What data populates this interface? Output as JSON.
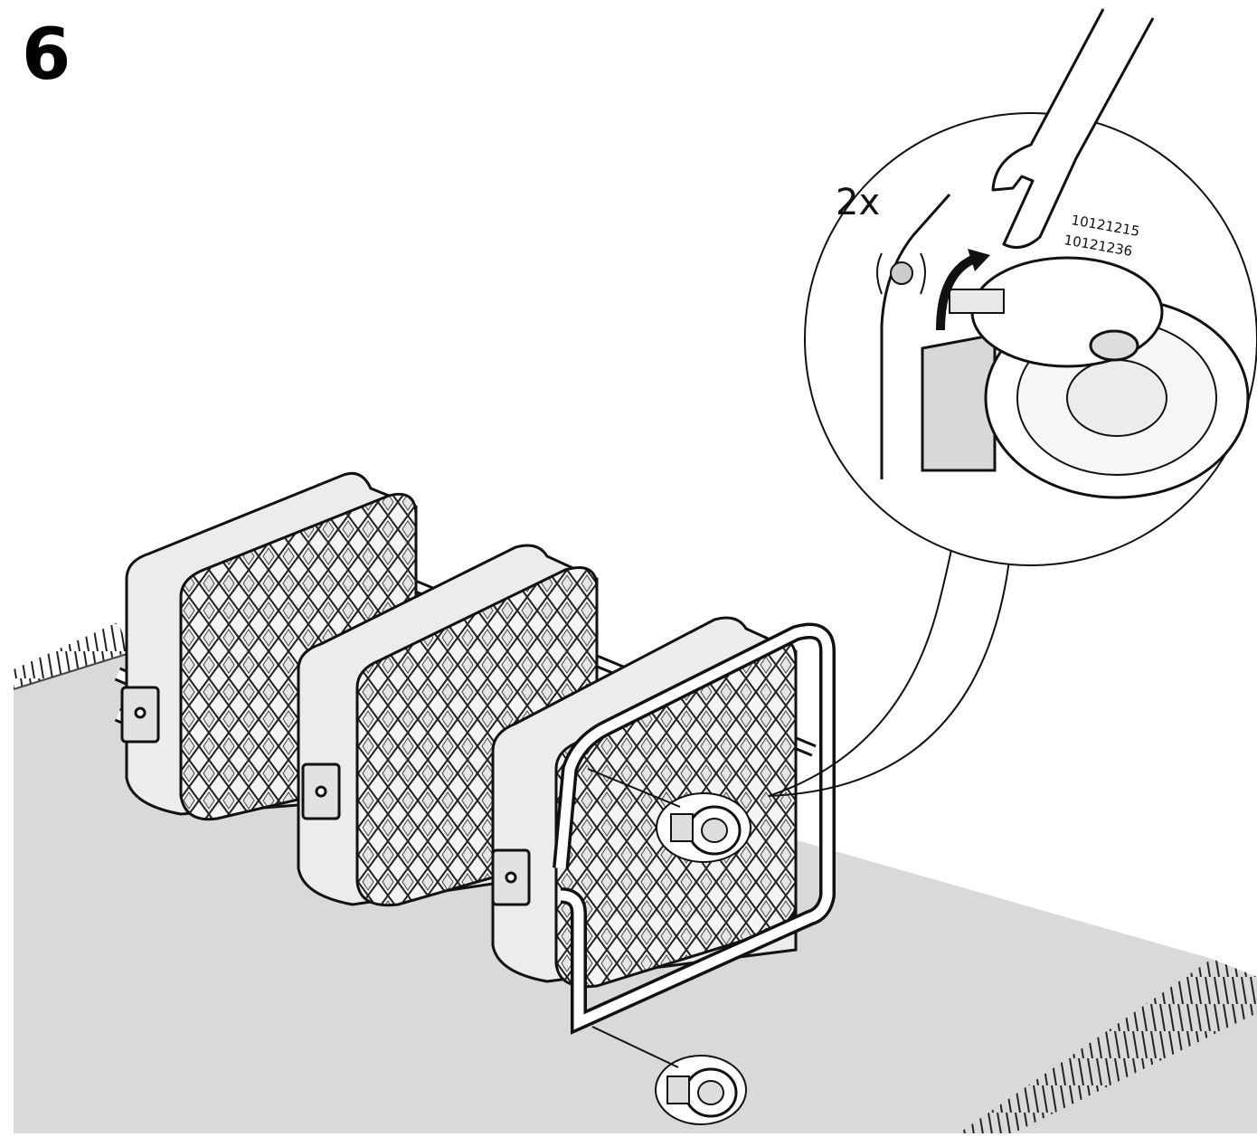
{
  "step": {
    "number": "6"
  },
  "callout": {
    "quantity": "2x",
    "part_numbers": [
      "10121215",
      "10121236"
    ]
  },
  "icons": [
    "wrench-icon"
  ],
  "colors": {
    "rug": "#d9d9d9",
    "ink": "#111111",
    "background": "#ffffff"
  }
}
